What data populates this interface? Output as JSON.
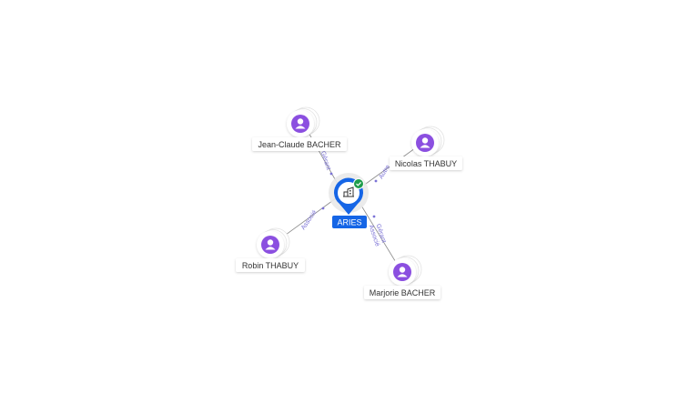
{
  "center": {
    "label": "ARIES",
    "icon": "building-icon",
    "badge_icon": "check-icon",
    "colors": {
      "pin": "#1565e6",
      "badge": "#1e9c4b",
      "label_bg": "#1565e6"
    }
  },
  "people": [
    {
      "name": "Jean-Claude BACHER",
      "role": "Gérant"
    },
    {
      "name": "Nicolas THABUY",
      "role": "Autre"
    },
    {
      "name": "Robin THABUY",
      "role": "Associé"
    },
    {
      "name": "Marjorie BACHER",
      "role_lines": [
        "Gérant",
        "Associé"
      ]
    }
  ],
  "colors": {
    "person_icon": "#8b4fe0",
    "edge": "#666666",
    "edge_label": "#7b72d6"
  }
}
